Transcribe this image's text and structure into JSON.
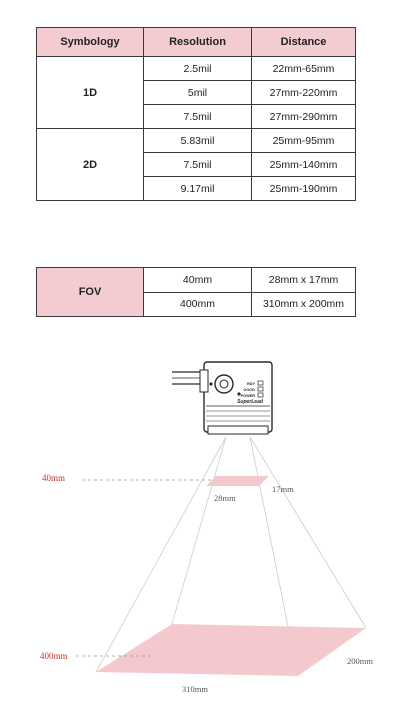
{
  "spec_table": {
    "headers": [
      "Symbology",
      "Resolution",
      "Distance"
    ],
    "groups": [
      {
        "symbology": "1D",
        "rows": [
          {
            "resolution": "2.5mil",
            "distance": "22mm-65mm"
          },
          {
            "resolution": "5mil",
            "distance": "27mm-220mm"
          },
          {
            "resolution": "7.5mil",
            "distance": "27mm-290mm"
          }
        ]
      },
      {
        "symbology": "2D",
        "rows": [
          {
            "resolution": "5.83mil",
            "distance": "25mm-95mm"
          },
          {
            "resolution": "7.5mil",
            "distance": "25mm-140mm"
          },
          {
            "resolution": "9.17mil",
            "distance": "25mm-190mm"
          }
        ]
      }
    ]
  },
  "fov_table": {
    "label": "FOV",
    "rows": [
      {
        "distance": "40mm",
        "size": "28mm x 17mm"
      },
      {
        "distance": "400mm",
        "size": "310mm x 200mm"
      }
    ]
  },
  "diagram": {
    "device_brand": "SuperLead",
    "led_labels": [
      "RDY",
      "GOOD",
      "POWER"
    ],
    "near_distance": "40mm",
    "near_width": "28mm",
    "near_height": "17mm",
    "far_distance": "400mm",
    "far_width": "310mm",
    "far_height": "200mm",
    "colors": {
      "field": "#f4c9cd",
      "distance_label": "#c0392b",
      "dim_label": "#555555",
      "lines": "#c8c8c8"
    }
  }
}
